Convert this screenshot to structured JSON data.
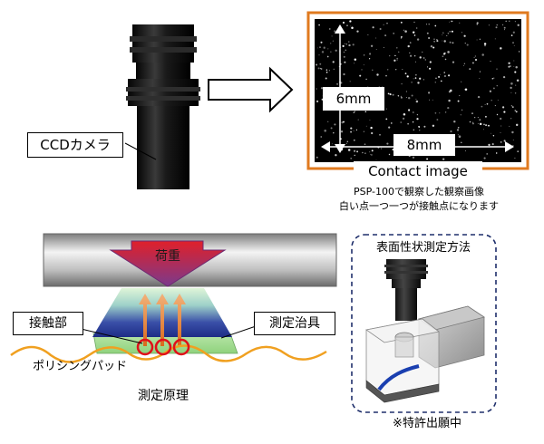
{
  "camera": {
    "label": "CCDカメラ"
  },
  "contact_image": {
    "width_label": "8mm",
    "height_label": "6mm",
    "title": "Contact image",
    "caption_line1": "PSP-100で観察した観察画像",
    "caption_line2": "白い点一つ一つが接触点になります"
  },
  "principle": {
    "load_label": "荷重",
    "contact_label": "接触部",
    "jig_label": "測定治具",
    "pad_label": "ポリシングパッド",
    "title": "測定原理"
  },
  "method": {
    "title": "表面性状測定方法",
    "patent_note": "※特許出願中"
  },
  "colors": {
    "frame_orange": "#e07a1f",
    "dashed_navy": "#1f2f6b",
    "arrow_red": "#e0202a",
    "arrow_purple": "#7a3a8c",
    "pad_line": "#f0a020",
    "contact_circle": "#e0101a",
    "curve_blue": "#1a3fb0"
  }
}
